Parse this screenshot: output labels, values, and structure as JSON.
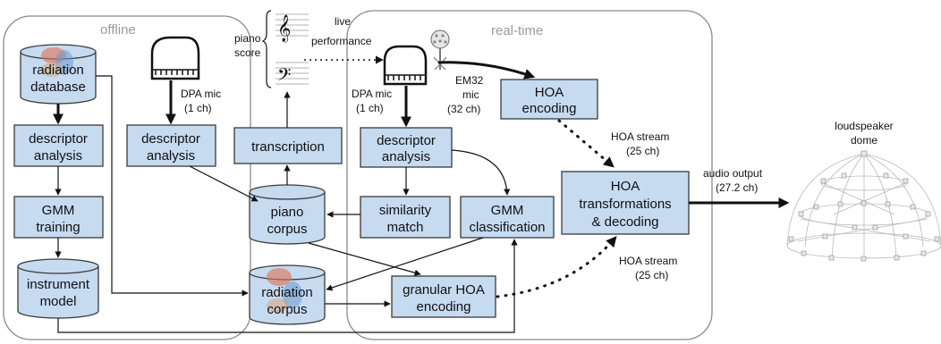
{
  "regions": {
    "offline": "offline",
    "realtime": "real-time"
  },
  "blocks": {
    "radiation_database": [
      "radiation",
      "database"
    ],
    "descriptor_analysis_offline": [
      "descriptor",
      "analysis"
    ],
    "gmm_training": [
      "GMM",
      "training"
    ],
    "instrument_model": [
      "instrument",
      "model"
    ],
    "descriptor_analysis_piano": [
      "descriptor",
      "analysis"
    ],
    "transcription": [
      "transcription"
    ],
    "piano_corpus": [
      "piano",
      "corpus"
    ],
    "radiation_corpus": [
      "radiation",
      "corpus"
    ],
    "descriptor_analysis_live": [
      "descriptor",
      "analysis"
    ],
    "similarity_match": [
      "similarity",
      "match"
    ],
    "gmm_classification": [
      "GMM",
      "classification"
    ],
    "hoa_encoding": [
      "HOA",
      "encoding"
    ],
    "hoa_transform": [
      "HOA",
      "transformations",
      "& decoding"
    ],
    "granular_hoa": [
      "granular HOA",
      "encoding"
    ]
  },
  "labels": {
    "dpa_mic_offline": [
      "DPA mic",
      "(1 ch)"
    ],
    "dpa_mic_live": [
      "DPA mic",
      "(1 ch)"
    ],
    "em32_mic": [
      "EM32",
      "mic",
      "(32 ch)"
    ],
    "piano_score": [
      "piano",
      "score"
    ],
    "live_performance": [
      "live",
      "performance"
    ],
    "hoa_stream_top": [
      "HOA stream",
      "(25 ch)"
    ],
    "hoa_stream_bottom": [
      "HOA  stream",
      "(25 ch)"
    ],
    "audio_output": [
      "audio output",
      "(27.2 ch)"
    ],
    "loudspeaker_dome": [
      "loudspeaker",
      "dome"
    ]
  },
  "colors": {
    "block_fill": "#c6daf0",
    "region_stroke": "#8a8a8a"
  },
  "icons": [
    "piano-icon",
    "microphone-icon",
    "music-score-icon",
    "loudspeaker-dome-icon"
  ]
}
